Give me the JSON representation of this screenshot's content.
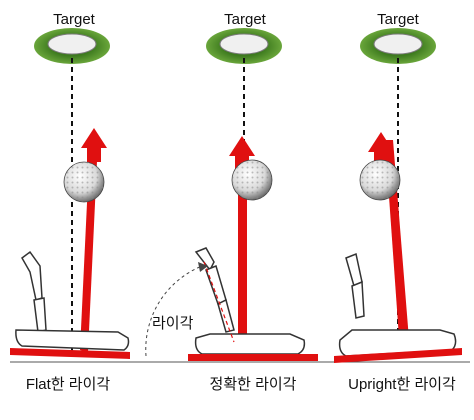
{
  "panels": [
    {
      "target_label": "Target",
      "caption": "Flat한 라이각"
    },
    {
      "target_label": "Target",
      "caption": "정확한 라이각",
      "angle_label": "라이각"
    },
    {
      "target_label": "Target",
      "caption": "Upright한 라이각"
    }
  ],
  "colors": {
    "aim_line": "#e01010",
    "dashed_line": "#111111",
    "grass": "#4f8a2a",
    "hole": "#f2f2f2",
    "putter_outline": "#333333",
    "ground": "#555555"
  }
}
